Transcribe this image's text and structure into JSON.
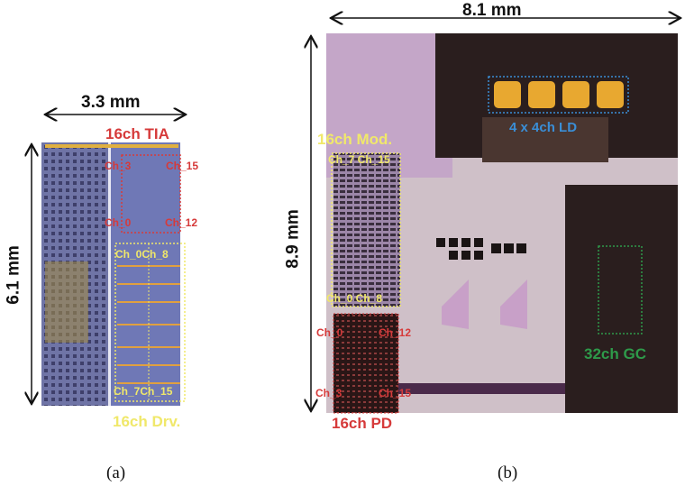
{
  "panel_a": {
    "width_label": "3.3 mm",
    "height_label": "6.1 mm",
    "tia_label": "16ch TIA",
    "drv_label": "16ch Drv.",
    "tia_channels": {
      "top_left": "Ch_3",
      "top_right": "Ch_15",
      "bottom_left": "Ch_0",
      "bottom_right": "Ch_12"
    },
    "drv_channels": {
      "top": "Ch_0Ch_8",
      "bottom": "Ch_7Ch_15"
    },
    "caption": "(a)"
  },
  "panel_b": {
    "width_label": "8.1 mm",
    "height_label": "8.9 mm",
    "mod_label": "16ch Mod.",
    "mod_channels": {
      "top": "Ch_7 Ch_15",
      "bottom": "Ch_0 Ch_8"
    },
    "ld_label": "4 x 4ch LD",
    "pd_label": "16ch PD",
    "pd_channels": {
      "top_left": "Ch_0",
      "top_right": "Ch_12",
      "bottom_left": "Ch_3",
      "bottom_right": "Ch_15"
    },
    "gc_label": "32ch GC",
    "caption": "(b)"
  },
  "colors": {
    "red": "#d63a3a",
    "yellow": "#f0e86a",
    "blue": "#3a8ed6",
    "green": "#2e9a4a"
  }
}
